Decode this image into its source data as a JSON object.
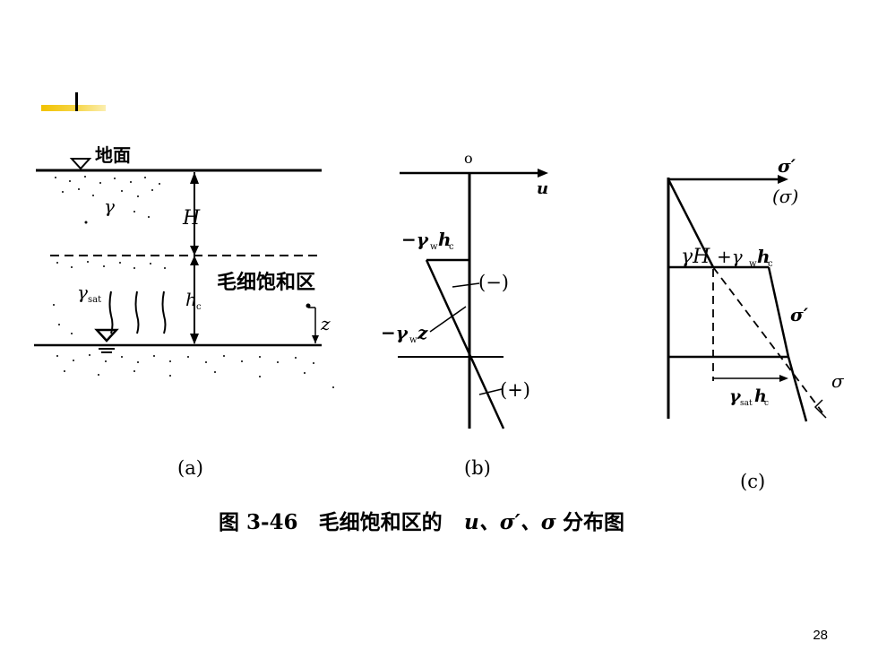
{
  "slide": {
    "page_number": "28",
    "caption": "图 3-46　毛细饱和区的",
    "caption_symbols": "u、σ′、σ",
    "caption_tail": "分布图"
  },
  "diagram_a": {
    "label": "(a)",
    "ground_label": "地面",
    "gamma": "γ",
    "H": "H",
    "zone_label": "毛细饱和区",
    "gamma_sat": "γ",
    "gamma_sat_sub": "sat",
    "hc": "h",
    "hc_sub": "c",
    "z": "z"
  },
  "diagram_b": {
    "label": "(b)",
    "origin": "o",
    "axis_label": "u",
    "top_value": "−γ",
    "top_value_sub": "w",
    "top_value_tail": "h",
    "top_value_tail_sub": "c",
    "mid_value": "−γ",
    "mid_value_sub": "w",
    "mid_value_tail": "z",
    "neg_sign": "(−)",
    "pos_sign": "(+)"
  },
  "diagram_c": {
    "label": "(c)",
    "axis_label": "σ′",
    "axis_label2": "(σ)",
    "gammaH": "γH",
    "plus_term": "+γ",
    "plus_term_sub": "w",
    "plus_term_tail": "h",
    "plus_term_tail_sub": "c",
    "sigma_eff": "σ′",
    "sigma": "σ",
    "bottom_term": "γ",
    "bottom_term_sub": "sat",
    "bottom_term_tail": "h",
    "bottom_term_tail_sub": "c"
  }
}
